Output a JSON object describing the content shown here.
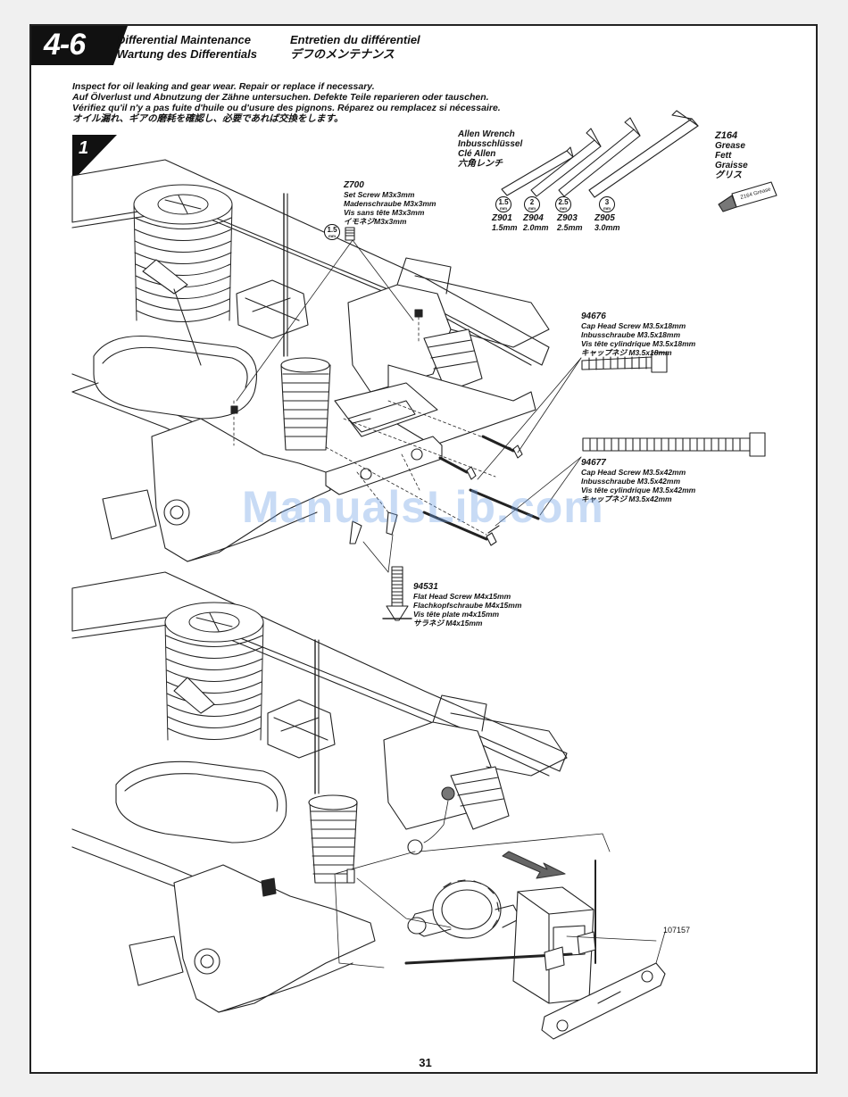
{
  "header": {
    "step_number": "4-6",
    "title_en": "Differential Maintenance",
    "title_de": "Wartung des Differentials",
    "title_fr": "Entretien du différentiel",
    "title_jp": "デフのメンテナンス"
  },
  "instructions": [
    "Inspect for oil leaking and gear wear. Repair or replace if necessary.",
    "Auf Ölverlust und Abnutzung der Zähne untersuchen. Defekte Teile reparieren oder tauschen.",
    "Vérifiez qu'il n'y a pas fuite d'huile ou d'usure des pignons. Réparez ou remplacez si nécessaire.",
    "オイル漏れ、ギアの磨耗を確認し、必要であれば交換をします。"
  ],
  "substep": "1",
  "tools": {
    "allen_title": [
      "Allen Wrench",
      "Inbusschlüssel",
      "Clé Allen",
      "六角レンチ"
    ],
    "sizes": [
      {
        "circle": "1.5",
        "code": "Z901",
        "size": "1.5mm"
      },
      {
        "circle": "2",
        "code": "Z904",
        "size": "2.0mm"
      },
      {
        "circle": "2.5",
        "code": "Z903",
        "size": "2.5mm"
      },
      {
        "circle": "3",
        "code": "Z905",
        "size": "3.0mm"
      }
    ],
    "circle_unit": "mm",
    "grease": [
      "Z164",
      "Grease",
      "Fett",
      "Graisse",
      "グリス"
    ],
    "grease_tube_label": "Z164 Grease"
  },
  "parts": {
    "z700": {
      "code": "Z700",
      "lines": [
        "Set Screw M3x3mm",
        "Madenschraube M3x3mm",
        "Vis sans tête M3x3mm",
        "イモネジM3x3mm"
      ],
      "circle": "1.5"
    },
    "p94676": {
      "code": "94676",
      "lines": [
        "Cap Head Screw M3.5x18mm",
        "Inbusschraube M3.5x18mm",
        "Vis tête cylindrique M3.5x18mm",
        "キャップネジ M3.5x18mm"
      ]
    },
    "p94677": {
      "code": "94677",
      "lines": [
        "Cap Head Screw M3.5x42mm",
        "Inbusschraube M3.5x42mm",
        "Vis tête cylindrique M3.5x42mm",
        "キャップネジ M3.5x42mm"
      ]
    },
    "p94531": {
      "code": "94531",
      "lines": [
        "Flat Head Screw M4x15mm",
        "Flachkopfschraube M4x15mm",
        "Vis tête plate m4x15mm",
        "サラネジ M4x15mm"
      ]
    },
    "p107157": {
      "code": "107157"
    }
  },
  "watermark": "ManualsLib.com",
  "page_number": "31"
}
